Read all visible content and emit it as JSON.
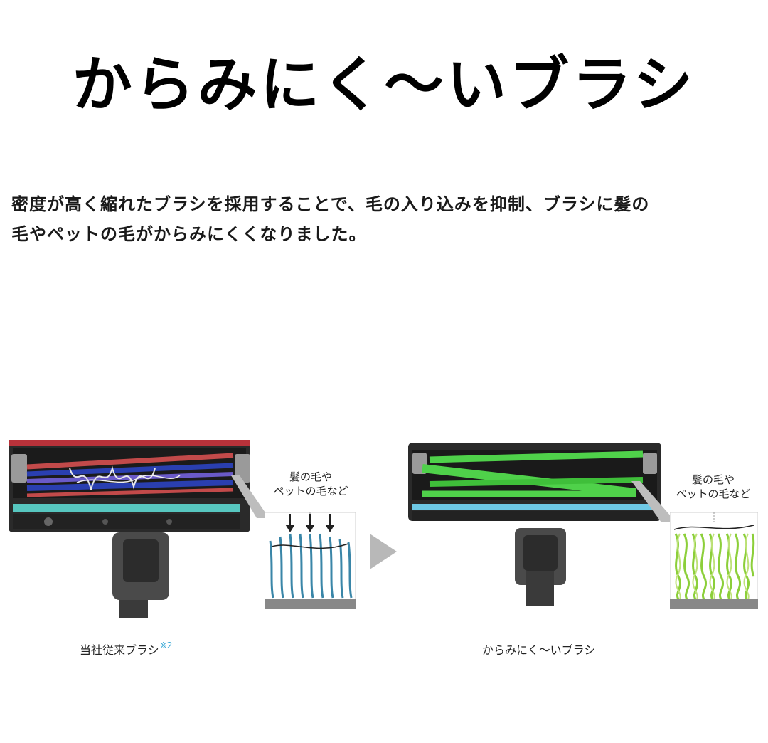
{
  "title": "からみにく〜いブラシ",
  "description": {
    "line1": "密度が高く縮れたブラシを採用することで、毛の入り込みを抑制、ブラシに髪の",
    "line2": "毛やペットの毛がからみにくくなりました。"
  },
  "left_panel": {
    "callout_line1": "髪の毛や",
    "callout_line2": "ペットの毛など",
    "caption": "当社従来ブラシ",
    "caption_note": "※2"
  },
  "right_panel": {
    "callout_line1": "髪の毛や",
    "callout_line2": "ペットの毛など",
    "caption": "からみにく〜いブラシ"
  },
  "colors": {
    "conventional_bristle_blue": "#2a3fb0",
    "conventional_bristle_red": "#c24a4a",
    "new_bristle_green": "#4fd14a",
    "detail_fiber_blue": "#3a86a8",
    "detail_fiber_green": "#8ccf3a",
    "arrow_gray": "#b8b8b8",
    "note_cyan": "#39a9d6"
  }
}
